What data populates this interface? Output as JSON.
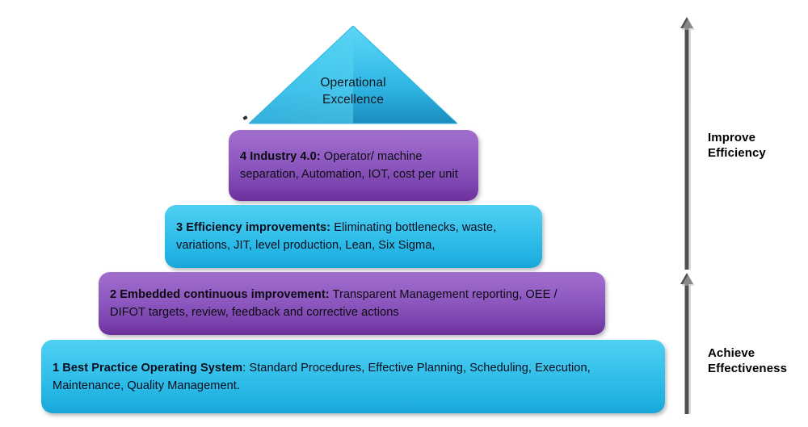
{
  "diagram": {
    "title_visible": false,
    "apex": {
      "name": "operational-excellence-apex",
      "line1": "Operational",
      "line2": "Excellence",
      "fill_top": "#5ad4f5",
      "fill_bottom": "#1b8fbf"
    },
    "levels": [
      {
        "id": "layer-4",
        "number": "4",
        "heading": "4 Industry 4.0:",
        "body": " Operator/ machine separation, Automation, IOT, cost per unit",
        "color": "#8a55bd",
        "color_name": "purple"
      },
      {
        "id": "layer-3",
        "number": "3",
        "heading": "3 Efficiency improvements:",
        "body": " Eliminating bottlenecks, waste, variations, JIT, level production, Lean, Six Sigma,",
        "color": "#2fbde9",
        "color_name": "cyan"
      },
      {
        "id": "layer-2",
        "number": "2",
        "heading": "2 Embedded continuous improvement:",
        "body": " Transparent Management reporting, OEE / DIFOT targets, review, feedback and corrective actions",
        "color": "#8a55bd",
        "color_name": "purple"
      },
      {
        "id": "layer-1",
        "number": "1",
        "heading": "1 Best Practice Operating System",
        "body": ": Standard Procedures, Effective Planning, Scheduling, Execution, Maintenance, Quality Management.",
        "color": "#2fbde9",
        "color_name": "cyan"
      }
    ],
    "side_arrows": [
      {
        "id": "arrow-top",
        "icon": "up-arrow-icon",
        "label_line1": "Improve",
        "label_line2": "Efficiency",
        "color": "#4d4d52"
      },
      {
        "id": "arrow-bottom",
        "icon": "up-arrow-icon",
        "label_line1": "Achieve",
        "label_line2": "Effectiveness",
        "color": "#4d4d52"
      }
    ]
  }
}
